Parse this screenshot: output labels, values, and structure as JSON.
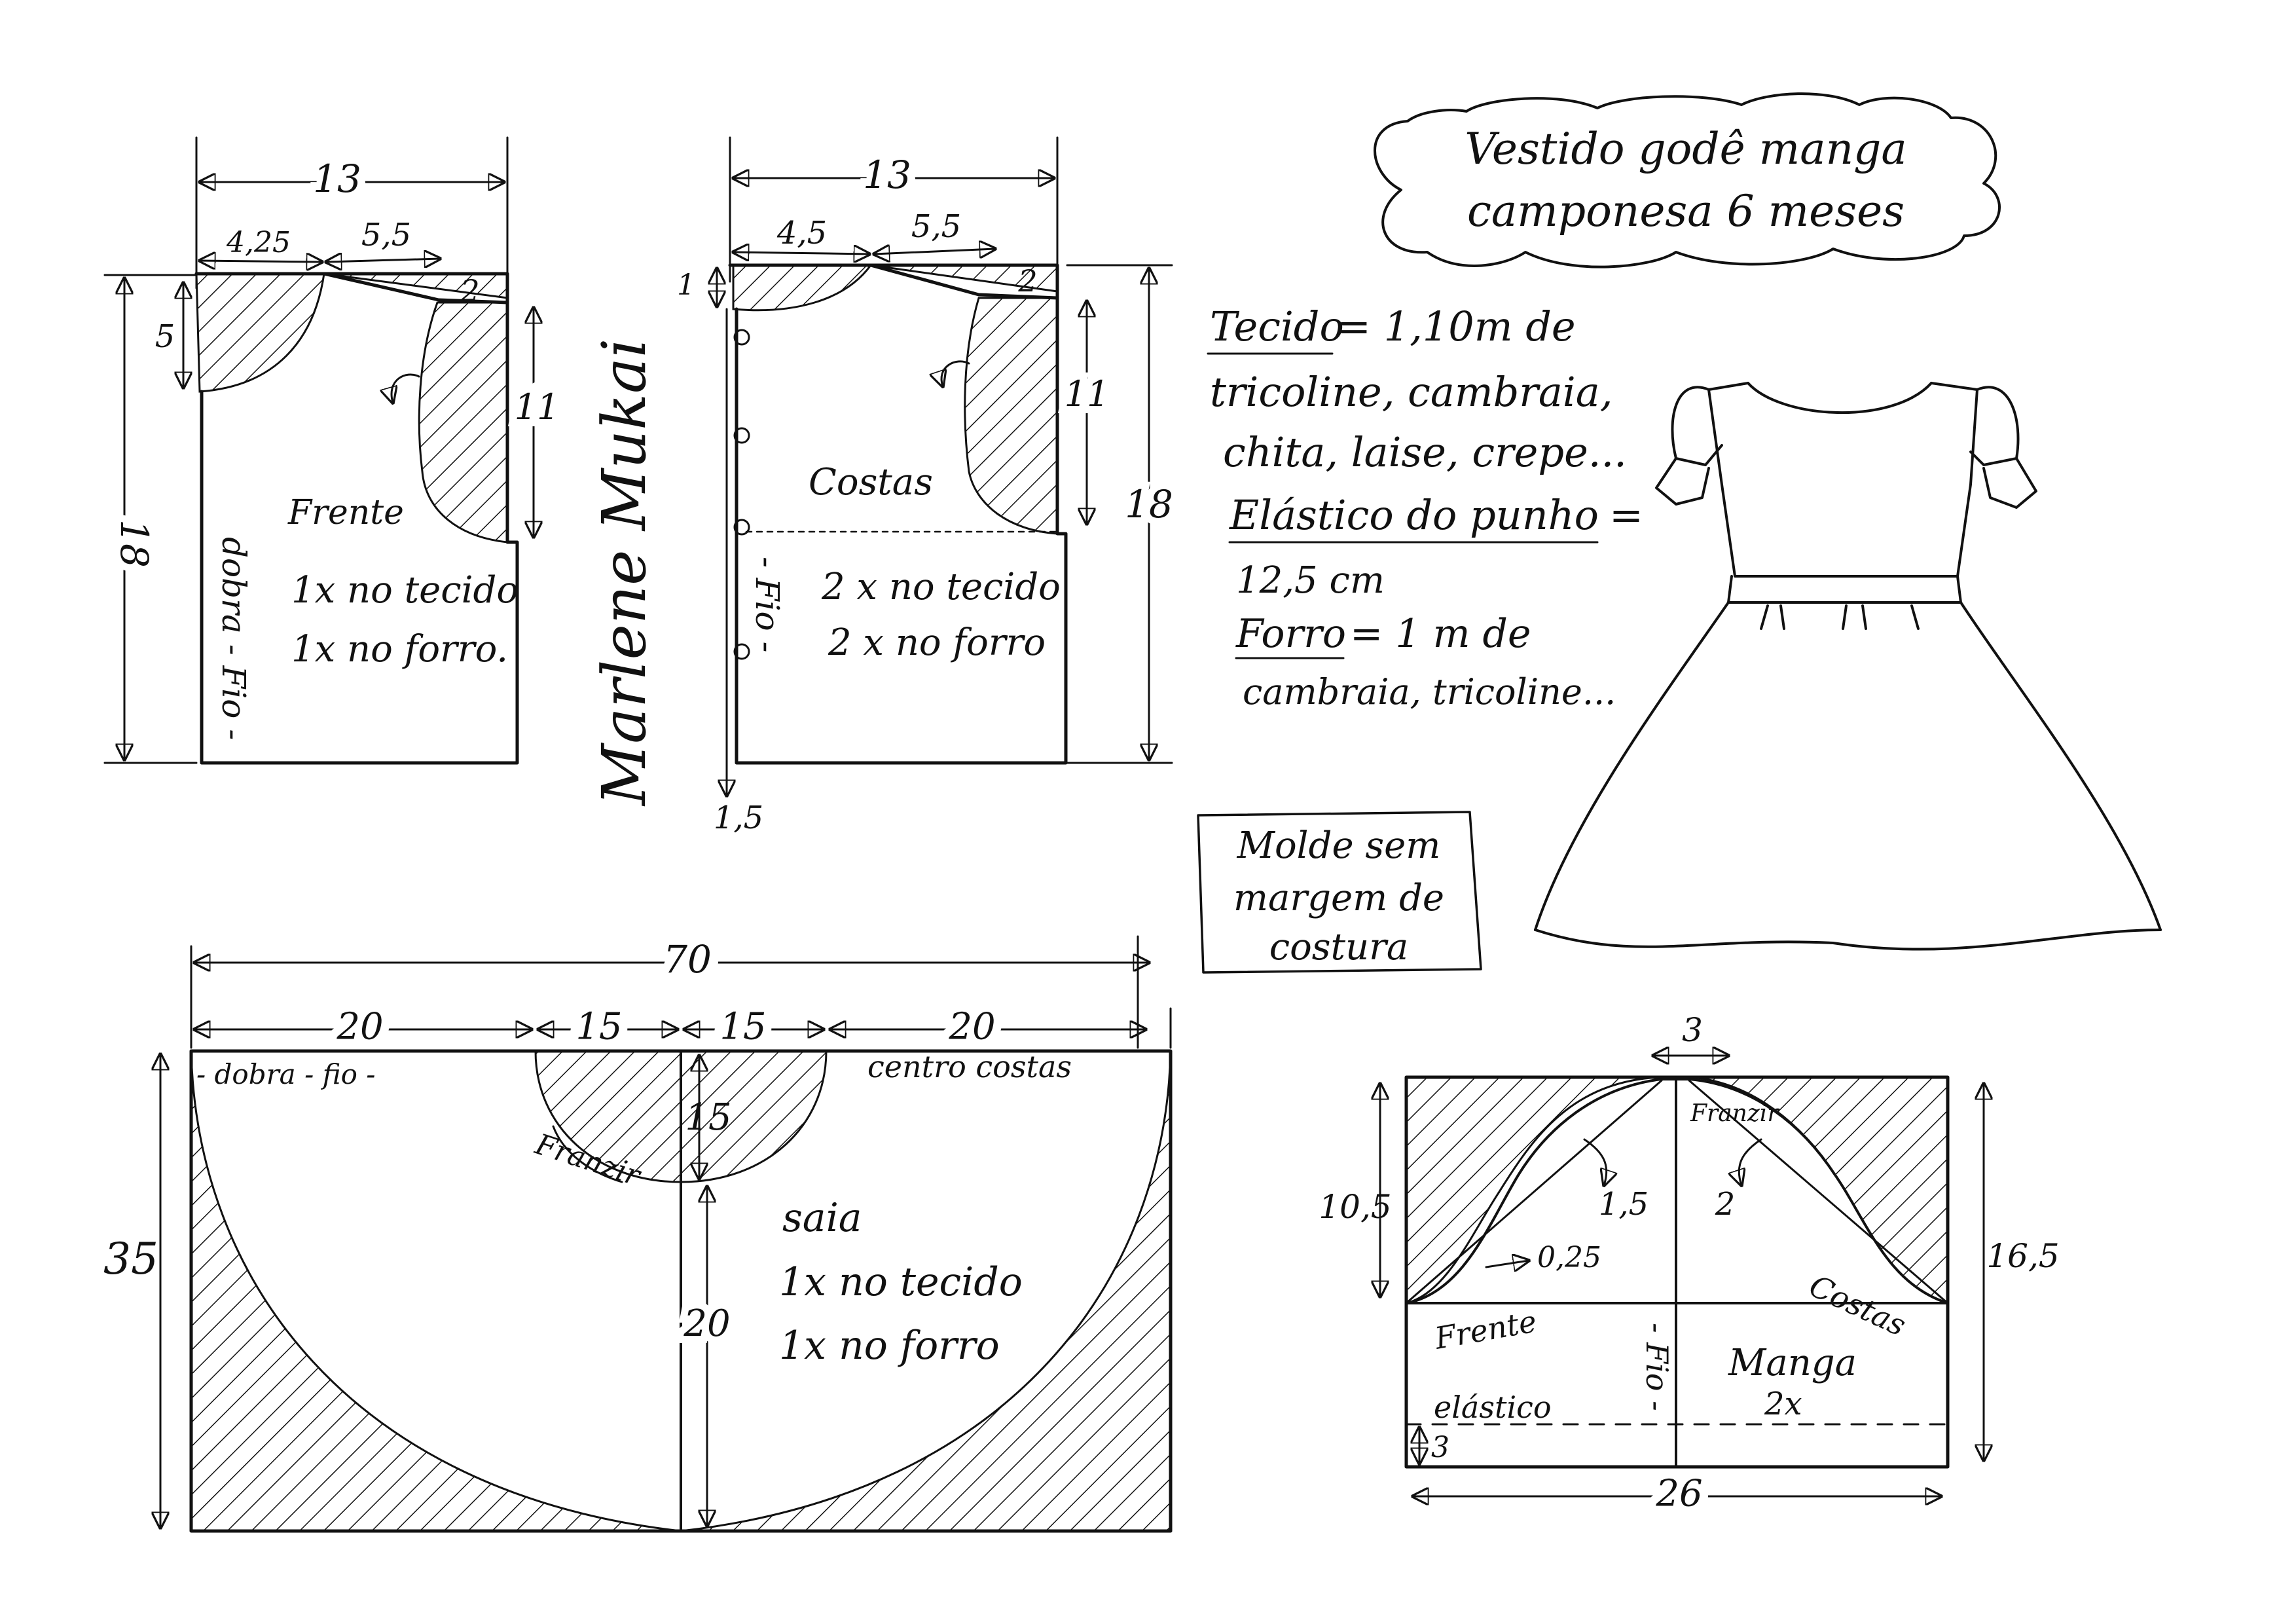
{
  "title": {
    "line1": "Vestido godê manga",
    "line2": "camponesa 6 meses"
  },
  "materials": {
    "tecido_label": "Tecido",
    "tecido_value": "= 1,10m de",
    "tecido_line2": "tricoline, cambraia,",
    "tecido_line3": "chita, laise, crepe...",
    "elastico_label": "Elástico do punho",
    "elastico_eq": "=",
    "elastico_value": "12,5 cm",
    "forro_label": "Forro",
    "forro_value": "= 1 m de",
    "forro_line2": "cambraia, tricoline..."
  },
  "note": {
    "line1": "Molde sem",
    "line2": "margem de",
    "line3": "costura"
  },
  "signature": "Marlene Mukai",
  "front_bodice": {
    "name": "Frente",
    "cut1": "1x no tecido",
    "cut2": "1x no forro.",
    "grain": "dobra - Fio -",
    "width": "13",
    "neck_w": "4,25",
    "shoulder_w": "5,5",
    "neck_depth": "5",
    "shoulder_drop": "2",
    "armhole": "11",
    "height": "18"
  },
  "back_bodice": {
    "name": "Costas",
    "cut1": "2 x no tecido",
    "cut2": "2 x no forro",
    "grain": "- Fio -",
    "width": "13",
    "neck_w": "4,5",
    "shoulder_w": "5,5",
    "neck_depth": "1",
    "shoulder_drop": "2",
    "armhole": "11",
    "height": "18",
    "extension": "1,5"
  },
  "skirt": {
    "name": "saia",
    "cut1": "1x no tecido",
    "cut2": "1x no forro",
    "fold_label": "- dobra - fio -",
    "center_label": "centro costas",
    "gather_label": "Franzir",
    "total_w": "70",
    "left_w": "20",
    "waist_l": "15",
    "waist_r": "15",
    "right_w": "20",
    "height": "35",
    "waist_depth": "15",
    "length": "20"
  },
  "sleeve": {
    "name": "Manga",
    "count": "2x",
    "front_label": "Frente",
    "back_label": "Costas",
    "gather_label": "Franzir",
    "elastic_label": "elástico",
    "grain": "- Fio -",
    "top_w": "3",
    "cap_h": "10,5",
    "side_h": "16,5",
    "width": "26",
    "hem": "3",
    "front_curve": "1,5",
    "back_curve": "2",
    "front_low": "0,25"
  }
}
